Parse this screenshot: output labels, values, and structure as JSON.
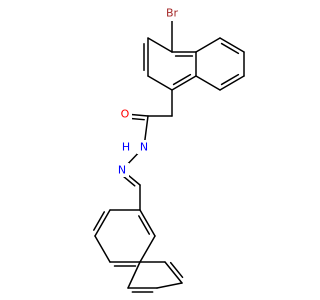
{
  "molecule": {
    "atoms": {
      "bromine": "Br",
      "carbonyl_oxygen": "O",
      "amide_nitrogen": "N",
      "amide_hydrogen": "H",
      "imine_nitrogen": "N"
    }
  },
  "colors": {
    "bond": "#000000",
    "bromine": "#a52a2a",
    "oxygen": "#ff0000",
    "nitrogen": "#0000ff",
    "background": "#ffffff"
  }
}
